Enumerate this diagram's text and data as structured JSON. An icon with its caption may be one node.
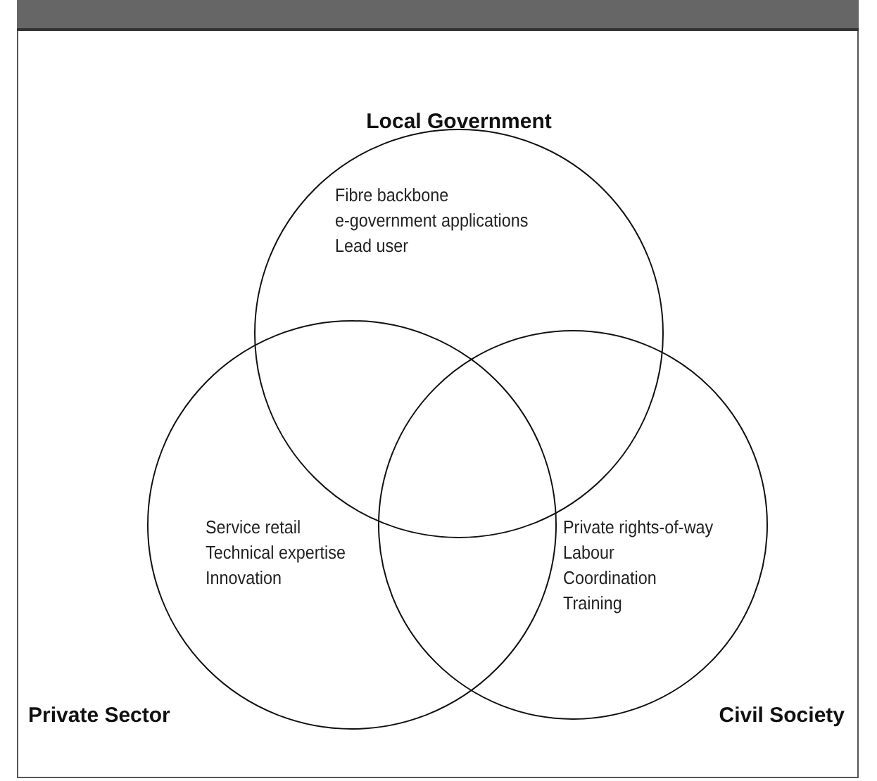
{
  "diagram": {
    "nodes": [
      {
        "text": [],
        "shape": "bar"
      },
      {
        "text": [
          "Local Government",
          "Fibre backbone",
          "e-government applications",
          "Lead user"
        ]
      },
      {
        "text": [
          "Private Sector",
          "Service retail",
          "Technical expertise",
          "Innovation"
        ]
      },
      {
        "text": [
          "Civil Society",
          "Private rights-of-way",
          "Labour",
          "Coordination",
          "Training"
        ]
      }
    ]
  }
}
